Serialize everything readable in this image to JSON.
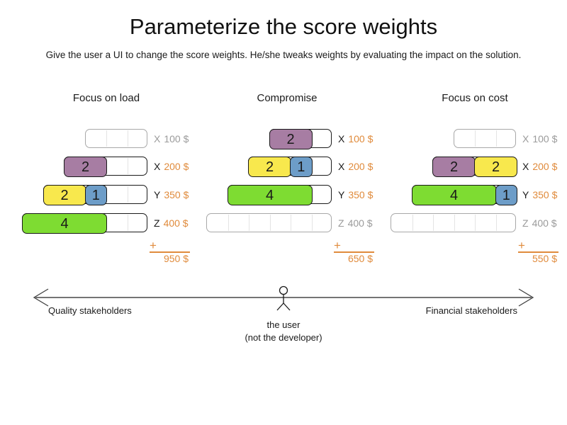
{
  "title": "Parameterize the score weights",
  "subtitle": "Give the user a UI to change the score weights. He/she tweaks weights by evaluating the impact on the solution.",
  "plus": "+",
  "colors": {
    "purple": "#a77da3",
    "yellow": "#f8e84d",
    "blue": "#6d9dc8",
    "green": "#7edc32",
    "orange": "#e08b3c",
    "label_gray": "#9b9b9b",
    "border_dark": "#1a1a1a",
    "border_gray": "#a8a8a8",
    "divider": "#e4e4e4",
    "axis_line": "#747474",
    "text": "#1a1a1a"
  },
  "panels": [
    {
      "title": "Focus on load",
      "total": "950 $",
      "rows": [
        {
          "letter": "X",
          "value": "100 $",
          "cells": 3,
          "blocks": []
        },
        {
          "letter": "X",
          "value": "200 $",
          "cells": 4,
          "blocks": [
            {
              "n": "2",
              "color": "purple",
              "span": 2
            }
          ]
        },
        {
          "letter": "Y",
          "value": "350 $",
          "cells": 5,
          "blocks": [
            {
              "n": "2",
              "color": "yellow",
              "span": 2
            },
            {
              "n": "1",
              "color": "blue",
              "span": 1
            }
          ]
        },
        {
          "letter": "Z",
          "value": "400 $",
          "cells": 6,
          "blocks": [
            {
              "n": "4",
              "color": "green",
              "span": 4
            }
          ]
        }
      ]
    },
    {
      "title": "Compromise",
      "total": "650 $",
      "rows": [
        {
          "letter": "X",
          "value": "100 $",
          "cells": 3,
          "blocks": [
            {
              "n": "2",
              "color": "purple",
              "span": 2
            }
          ]
        },
        {
          "letter": "X",
          "value": "200 $",
          "cells": 4,
          "blocks": [
            {
              "n": "2",
              "color": "yellow",
              "span": 2
            },
            {
              "n": "1",
              "color": "blue",
              "span": 1
            }
          ]
        },
        {
          "letter": "Y",
          "value": "350 $",
          "cells": 5,
          "blocks": [
            {
              "n": "4",
              "color": "green",
              "span": 4
            }
          ]
        },
        {
          "letter": "Z",
          "value": "400 $",
          "cells": 6,
          "blocks": []
        }
      ]
    },
    {
      "title": "Focus on cost",
      "total": "550 $",
      "rows": [
        {
          "letter": "X",
          "value": "100 $",
          "cells": 3,
          "blocks": []
        },
        {
          "letter": "X",
          "value": "200 $",
          "cells": 4,
          "blocks": [
            {
              "n": "2",
              "color": "purple",
              "span": 2
            },
            {
              "n": "2",
              "color": "yellow",
              "span": 2
            }
          ]
        },
        {
          "letter": "Y",
          "value": "350 $",
          "cells": 5,
          "blocks": [
            {
              "n": "4",
              "color": "green",
              "span": 4
            },
            {
              "n": "1",
              "color": "blue",
              "span": 1
            }
          ]
        },
        {
          "letter": "Z",
          "value": "400 $",
          "cells": 6,
          "blocks": []
        }
      ]
    }
  ],
  "axis": {
    "left_label": "Quality stakeholders",
    "right_label": "Financial stakeholders",
    "user_line1": "the user",
    "user_line2": "(not the developer)"
  }
}
